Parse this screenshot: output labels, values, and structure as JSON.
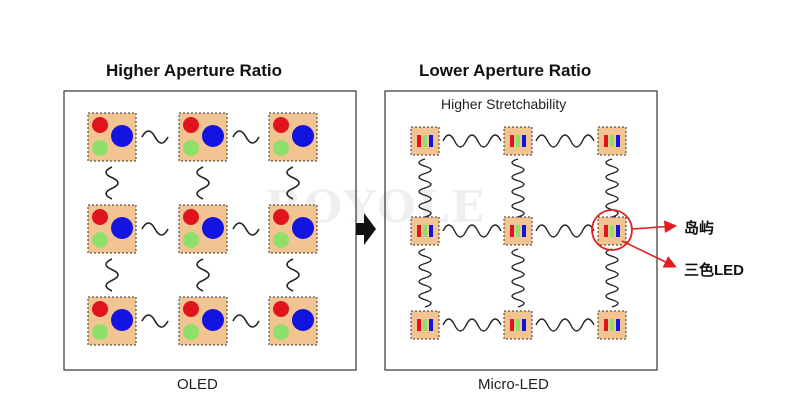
{
  "left_panel": {
    "title": "Higher Aperture Ratio",
    "caption": "OLED"
  },
  "right_panel": {
    "title": "Lower Aperture Ratio",
    "subtitle": "Higher Stretchability",
    "caption": "Micro-LED"
  },
  "callouts": {
    "island": "岛屿",
    "rgb_led": "三色LED"
  },
  "watermark": "ROYOLE",
  "colors": {
    "pad": "#f2c492",
    "red": "#e0141c",
    "blue": "#1414e0",
    "green": "#8ee06a",
    "arrow_red": "#e02020",
    "frame": "#333333",
    "wire": "#222222"
  }
}
